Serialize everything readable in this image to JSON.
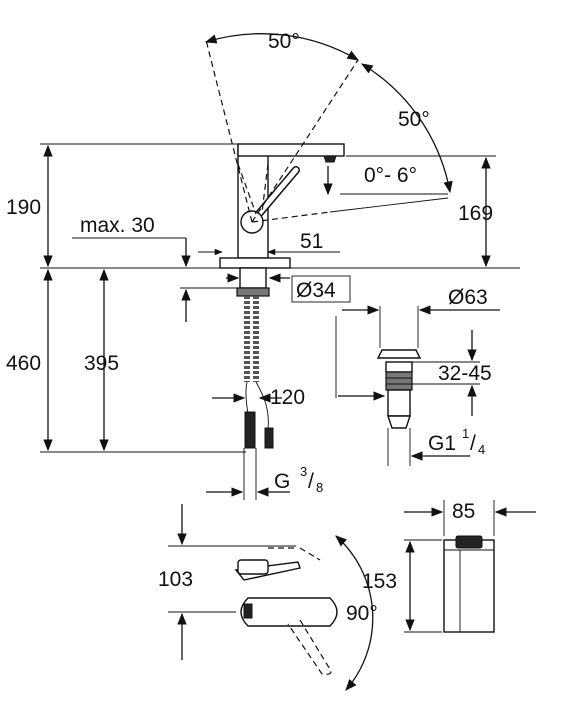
{
  "colors": {
    "ink": "#111111",
    "shade": "#777777",
    "background": "#ffffff"
  },
  "labels": {
    "angle_top": "50°",
    "angle_right": "50°",
    "tilt": "0°- 6°",
    "height_190": "190",
    "height_169": "169",
    "max_30": "max. 30",
    "width_51": "51",
    "dia_34": "Ø34",
    "dia_63": "Ø63",
    "range_32_45": "32-45",
    "height_460": "460",
    "height_395": "395",
    "length_120": "120",
    "g_thread": "G",
    "g_frac_num": "3",
    "g_frac_den": "8",
    "g1_thread": "G1",
    "g1_frac_num": "1",
    "g1_frac_den": "4",
    "width_85": "85",
    "height_153": "153",
    "depth_103": "103",
    "angle_90": "90°"
  }
}
